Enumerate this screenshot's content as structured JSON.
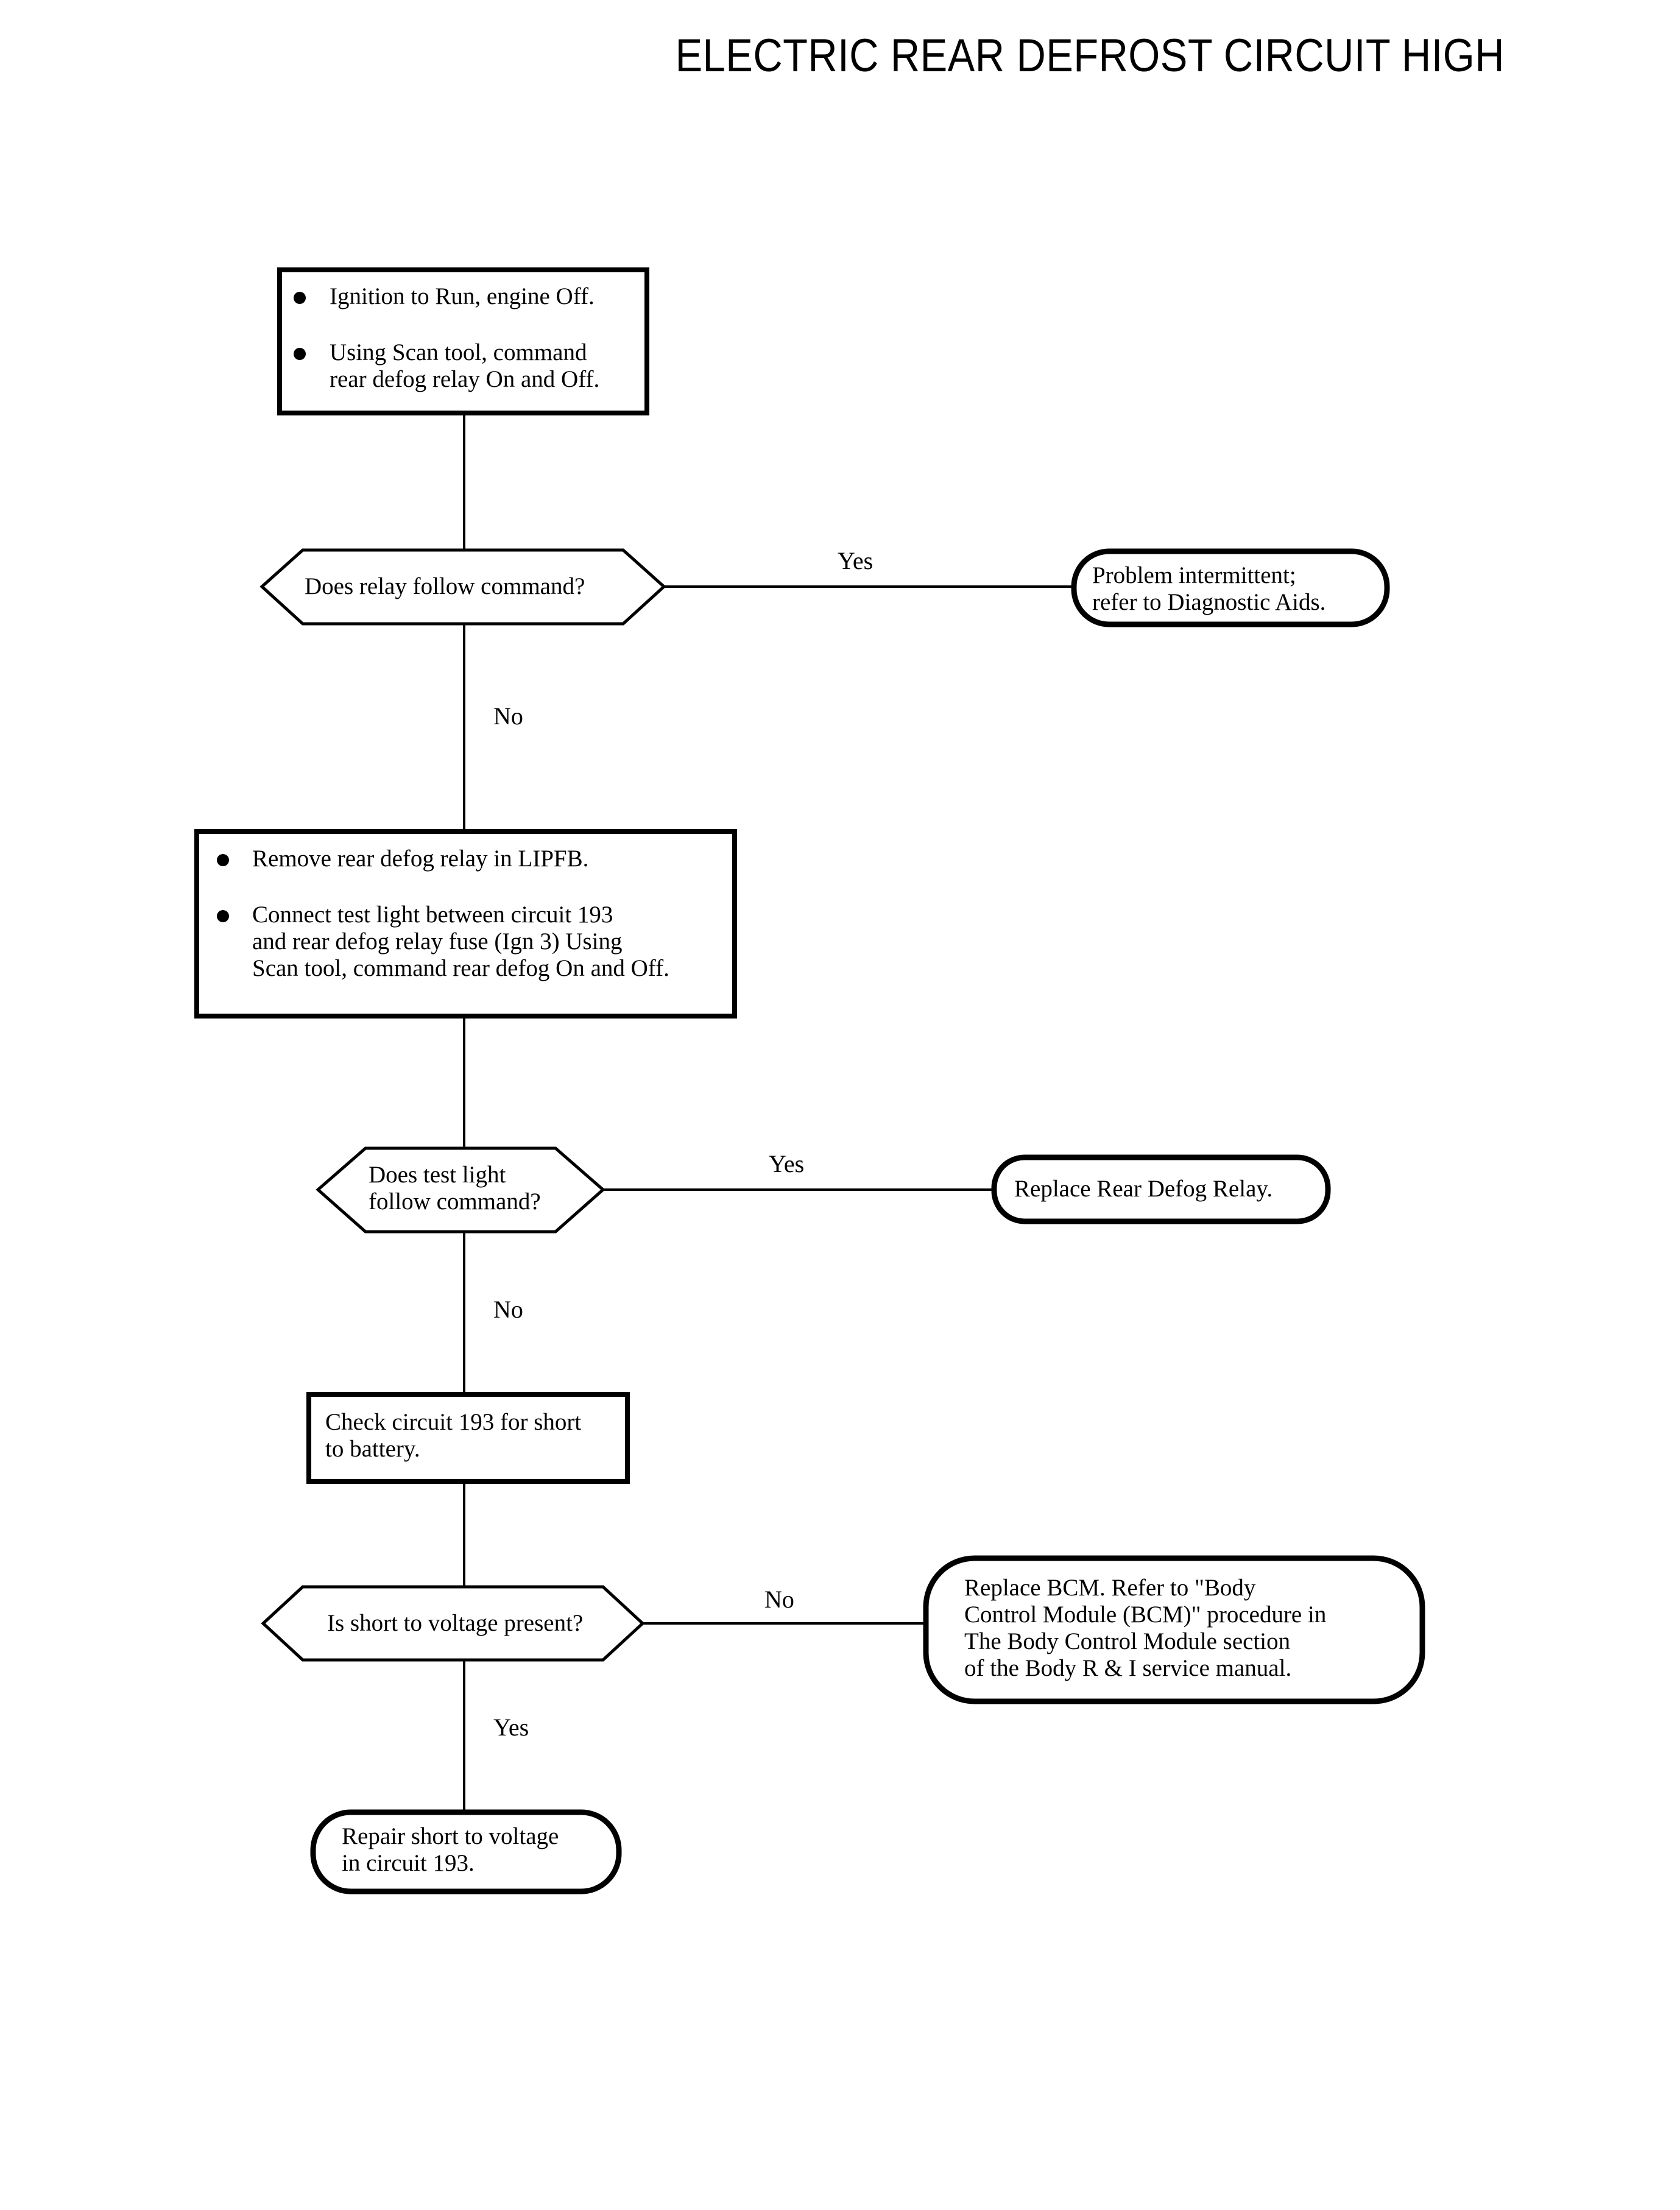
{
  "page": {
    "title": "ELECTRIC REAR DEFROST CIRCUIT HIGH",
    "background_color": "#ffffff",
    "line_color": "#000000",
    "text_color": "#000000"
  },
  "nodes": {
    "step1": {
      "type": "process",
      "bullets": [
        {
          "lines": [
            "Ignition to Run, engine Off."
          ]
        },
        {
          "lines": [
            "Using Scan tool, command",
            "rear defog relay On and Off."
          ]
        }
      ]
    },
    "decision1": {
      "type": "decision",
      "lines": [
        "Does relay follow command?"
      ]
    },
    "terminal1": {
      "type": "terminator",
      "lines": [
        "Problem intermittent;",
        "refer to Diagnostic Aids."
      ]
    },
    "step2": {
      "type": "process",
      "bullets": [
        {
          "lines": [
            "Remove rear defog relay in  LIPFB."
          ]
        },
        {
          "lines": [
            "Connect test light between circuit 193",
            "and rear defog relay fuse (Ign 3) Using",
            "Scan tool, command rear defog On and Off."
          ]
        }
      ]
    },
    "decision2": {
      "type": "decision",
      "lines": [
        "Does test light",
        "follow command?"
      ]
    },
    "terminal2": {
      "type": "terminator",
      "lines": [
        "Replace Rear Defog Relay."
      ]
    },
    "step3": {
      "type": "process",
      "lines": [
        "Check circuit 193 for short",
        "to battery."
      ]
    },
    "decision3": {
      "type": "decision",
      "lines": [
        "Is short to voltage present?"
      ]
    },
    "terminal3": {
      "type": "terminator",
      "lines": [
        "Replace BCM.  Refer to \"Body",
        "Control Module (BCM)\" procedure in",
        "The Body Control Module section",
        "of the Body R & I service manual."
      ]
    },
    "terminal4": {
      "type": "terminator",
      "lines": [
        "Repair short to voltage",
        "in circuit 193."
      ]
    }
  },
  "edge_labels": {
    "d1_yes": "Yes",
    "d1_no": "No",
    "d2_yes": "Yes",
    "d2_no": "No",
    "d3_no": "No",
    "d3_yes": "Yes"
  }
}
